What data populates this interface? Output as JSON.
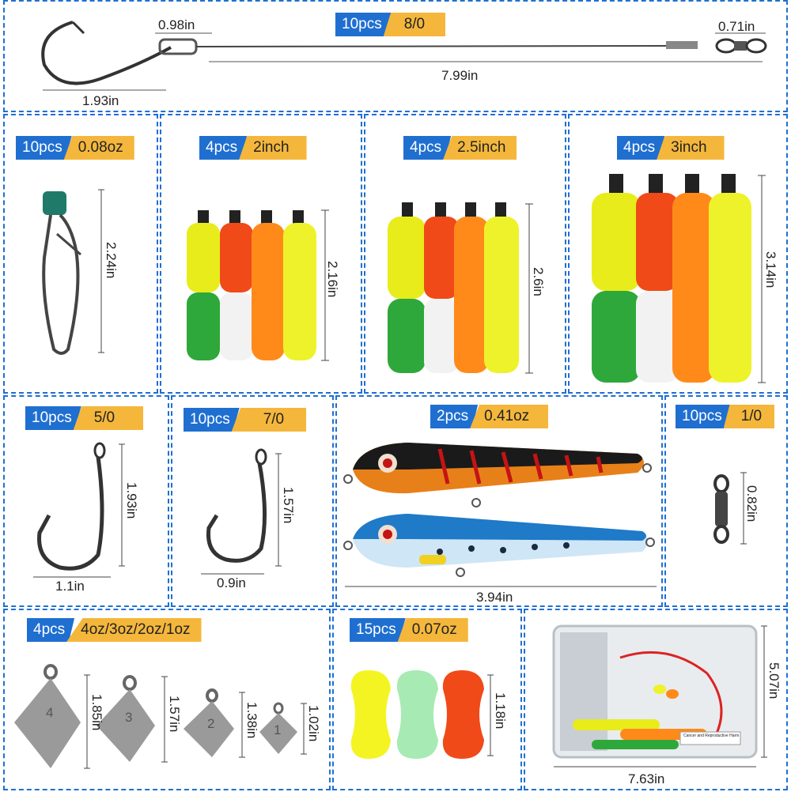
{
  "rig": {
    "qty": "10pcs",
    "spec": "8/0",
    "dim_snap": "0.98in",
    "dim_swivel": "0.71in",
    "dim_hook": "1.93in",
    "dim_length": "7.99in"
  },
  "snap": {
    "qty": "10pcs",
    "spec": "0.08oz",
    "dim": "2.24in"
  },
  "float2": {
    "qty": "4pcs",
    "spec": "2inch",
    "dim": "2.16in"
  },
  "float25": {
    "qty": "4pcs",
    "spec": "2.5inch",
    "dim": "2.6in"
  },
  "float3": {
    "qty": "4pcs",
    "spec": "3inch",
    "dim": "3.14in"
  },
  "hook5": {
    "qty": "10pcs",
    "spec": "5/0",
    "dim_h": "1.93in",
    "dim_w": "1.1in"
  },
  "hook7": {
    "qty": "10pcs",
    "spec": "7/0",
    "dim_h": "1.57in",
    "dim_w": "0.9in"
  },
  "lure": {
    "qty": "2pcs",
    "spec": "0.41oz",
    "dim": "3.94in"
  },
  "swivel": {
    "qty": "10pcs",
    "spec": "1/0",
    "dim": "0.82in"
  },
  "sinker": {
    "qty": "4pcs",
    "spec": "4oz/3oz/2oz/1oz",
    "dims": [
      "1.85in",
      "1.57in",
      "1.38in",
      "1.02in"
    ],
    "numbers": [
      "4",
      "3",
      "2",
      "1"
    ]
  },
  "bead": {
    "qty": "15pcs",
    "spec": "0.07oz",
    "dim": "1.18in"
  },
  "box": {
    "dim_h": "5.07in",
    "dim_w": "7.63in",
    "label": "Cancer and Reproductive Harm"
  }
}
